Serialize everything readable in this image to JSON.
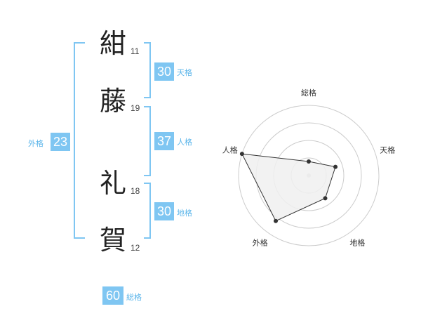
{
  "name": {
    "chars": [
      {
        "char": "紺",
        "strokes": "11"
      },
      {
        "char": "藤",
        "strokes": "19"
      },
      {
        "char": "礼",
        "strokes": "18"
      },
      {
        "char": "賀",
        "strokes": "12"
      }
    ]
  },
  "kakaku": {
    "tenkaku": {
      "value": "30",
      "label": "天格"
    },
    "jinkaku": {
      "value": "37",
      "label": "人格"
    },
    "chikaku": {
      "value": "30",
      "label": "地格"
    },
    "gaikaku": {
      "value": "23",
      "label": "外格"
    },
    "soukaku": {
      "value": "60",
      "label": "総格"
    }
  },
  "chart_data": {
    "type": "radar",
    "axes": [
      "総格",
      "天格",
      "地格",
      "外格",
      "人格"
    ],
    "values": [
      1,
      2,
      2,
      4,
      5
    ],
    "max": 5,
    "rings": 4,
    "colors": {
      "fill": "#f0f0f0",
      "line": "#333333",
      "ring": "#cccccc",
      "point": "#333333"
    }
  }
}
